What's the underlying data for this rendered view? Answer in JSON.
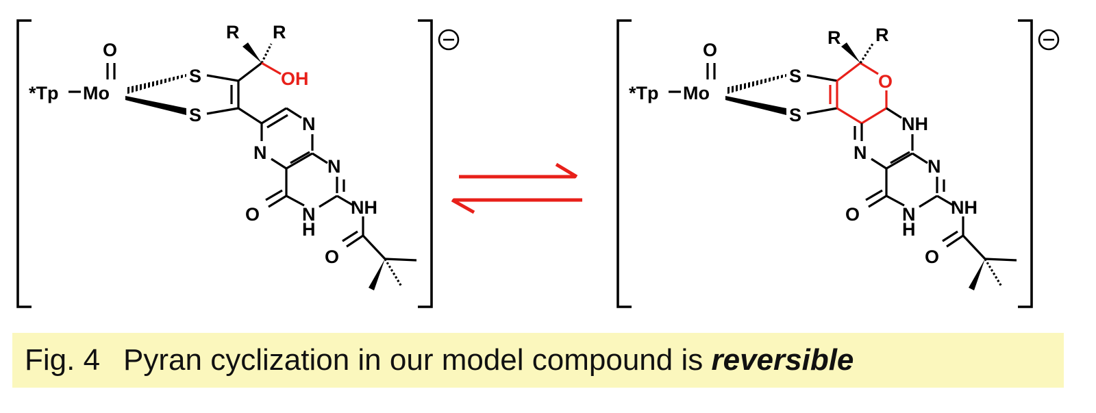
{
  "left_structure": {
    "ligand": "*Tp",
    "metal": "Mo",
    "oxo": "O",
    "sulfur_top": "S",
    "sulfur_bottom": "S",
    "r1": "R",
    "r2": "R",
    "hydroxyl": "OH",
    "n_pyrazine_right": "N",
    "n_pyrazine_left": "N",
    "n_pyrimidine": "N",
    "nh_ring_label": "N",
    "nh_ring_h": "H",
    "carbonyl_ring": "O",
    "amide_nh": "NH",
    "amide_o": "O",
    "charge": "⊖"
  },
  "right_structure": {
    "ligand": "*Tp",
    "metal": "Mo",
    "oxo": "O",
    "sulfur_top": "S",
    "sulfur_bottom": "S",
    "r1": "R",
    "r2": "R",
    "pyran_o": "O",
    "nh_pyrazine": "NH",
    "n_pyrazine_left": "N",
    "n_pyrimidine": "N",
    "nh_ring_label": "N",
    "nh_ring_h": "H",
    "carbonyl_ring": "O",
    "amide_nh": "NH",
    "amide_o": "O",
    "charge": "⊖"
  },
  "caption": {
    "label": "Fig. 4",
    "text": "Pyran cyclization in our model compound is ",
    "emphasis": "reversible"
  },
  "colors": {
    "highlight": "#e8201a",
    "caption_background": "#fbf7bd"
  },
  "icons": [
    "equilibrium-arrows-icon",
    "negative-charge-icon"
  ]
}
